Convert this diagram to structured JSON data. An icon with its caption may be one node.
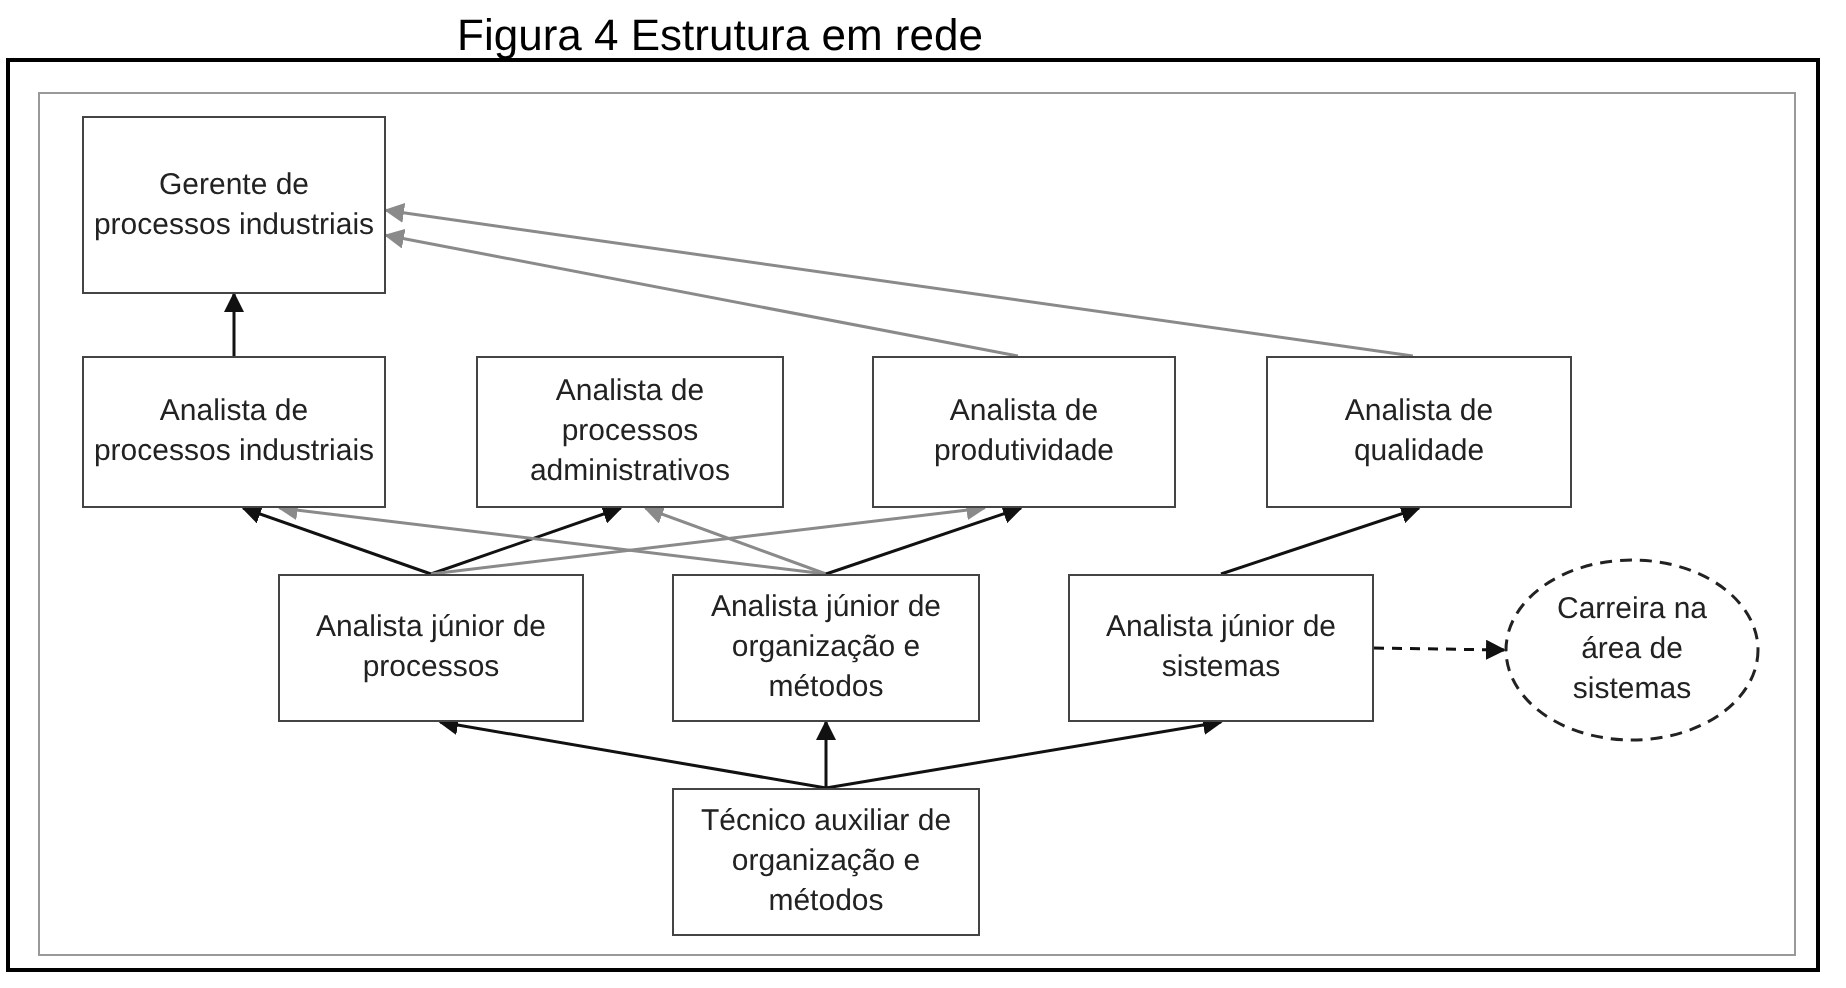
{
  "diagram": {
    "title": "Figura 4 Estrutura em rede",
    "nodes": [
      {
        "text": [
          "Gerente de processos industriais"
        ]
      },
      {
        "text": [
          "Analista de processos industriais"
        ]
      },
      {
        "text": [
          "Analista de processos administrativos"
        ]
      },
      {
        "text": [
          "Analista de produtividade"
        ]
      },
      {
        "text": [
          "Analista de qualidade"
        ]
      },
      {
        "text": [
          "Analista júnior de processos"
        ]
      },
      {
        "text": [
          "Analista júnior de organização e métodos"
        ]
      },
      {
        "text": [
          "Analista júnior de sistemas"
        ]
      },
      {
        "text": [
          "Carreira na área de sistemas"
        ]
      },
      {
        "text": [
          "Técnico auxiliar de organização e métodos"
        ]
      }
    ],
    "edges": [
      {
        "from": 1,
        "to": 0,
        "arrow": "to"
      },
      {
        "from": 3,
        "to": 0,
        "arrow": "to",
        "color": "#8a8a8a"
      },
      {
        "from": 4,
        "to": 0,
        "arrow": "to",
        "color": "#8a8a8a"
      },
      {
        "from": 5,
        "to": 1,
        "arrow": "to"
      },
      {
        "from": 5,
        "to": 2,
        "arrow": "to"
      },
      {
        "from": 5,
        "to": 3,
        "arrow": "to",
        "color": "#8a8a8a"
      },
      {
        "from": 6,
        "to": 1,
        "arrow": "to",
        "color": "#8a8a8a"
      },
      {
        "from": 6,
        "to": 2,
        "arrow": "to",
        "color": "#8a8a8a"
      },
      {
        "from": 6,
        "to": 3,
        "arrow": "to"
      },
      {
        "from": 7,
        "to": 4,
        "arrow": "to"
      },
      {
        "from": 7,
        "to": 8,
        "arrow": "to",
        "style": "dashed"
      },
      {
        "from": 9,
        "to": 5,
        "arrow": "to"
      },
      {
        "from": 9,
        "to": 6,
        "arrow": "to"
      },
      {
        "from": 9,
        "to": 7,
        "arrow": "to"
      }
    ]
  }
}
